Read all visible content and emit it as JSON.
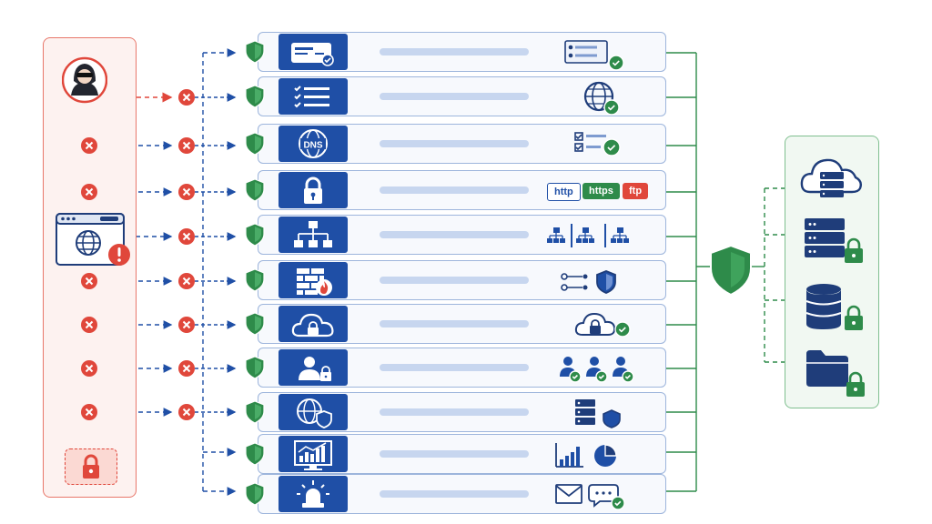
{
  "colors": {
    "threat_red": "#e0473b",
    "threat_panel_bg": "#fdf2f0",
    "brand_blue": "#1f4fa6",
    "row_border": "#9db5dc",
    "shield_green": "#2e8b4a",
    "resource_panel_bg": "#f1f8f2"
  },
  "threat_panel": {
    "icons": [
      "hacker-avatar-icon",
      "compromised-browser-icon",
      "locked-padlock-icon"
    ],
    "status": "blocked"
  },
  "security_layers": [
    {
      "tile_icon": "credential-card-icon",
      "right_icons": [
        "checklist-card-icon",
        "check-circle-icon"
      ]
    },
    {
      "tile_icon": "checklist-icon",
      "right_icons": [
        "globe-icon",
        "check-circle-icon"
      ]
    },
    {
      "tile_icon": "dns-globe-icon",
      "tile_text": "DNS",
      "right_icons": [
        "checkbox-list-icon",
        "check-circle-icon"
      ]
    },
    {
      "tile_icon": "padlock-icon",
      "right_icons": [],
      "protocols": [
        "http",
        "https",
        "ftp"
      ]
    },
    {
      "tile_icon": "network-topology-icon",
      "right_icons": [
        "network-segments-icon"
      ]
    },
    {
      "tile_icon": "firewall-icon",
      "right_icons": [
        "flow-icon",
        "shield-icon"
      ]
    },
    {
      "tile_icon": "cloud-icon",
      "right_icons": [
        "cloud-lock-icon",
        "check-circle-icon"
      ]
    },
    {
      "tile_icon": "user-lock-icon",
      "right_icons": [
        "verified-users-icon"
      ]
    },
    {
      "tile_icon": "globe-shield-icon",
      "right_icons": [
        "server-stack-icon",
        "shield-icon"
      ]
    },
    {
      "tile_icon": "analytics-monitor-icon",
      "right_icons": [
        "bar-chart-icon",
        "pie-chart-icon"
      ]
    },
    {
      "tile_icon": "alarm-siren-icon",
      "right_icons": [
        "mail-icon",
        "chat-icon"
      ]
    }
  ],
  "central_shield": "shield-icon",
  "resources": [
    "cloud-server-icon",
    "server-rack-lock-icon",
    "database-lock-icon",
    "folder-lock-icon"
  ]
}
